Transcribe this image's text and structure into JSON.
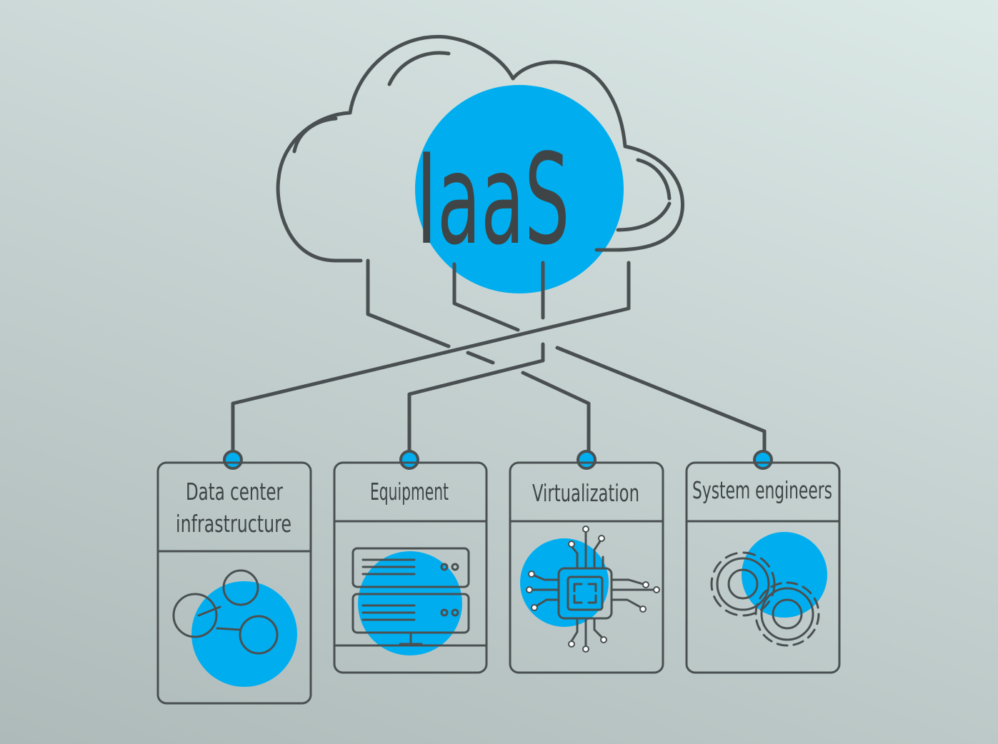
{
  "title": "IaaS",
  "accent_color": "#00aeef",
  "line_color": "#4a5051",
  "cards": [
    {
      "lines": [
        "Data center",
        "infrastructure"
      ],
      "icon": "share-icon"
    },
    {
      "lines": [
        "Equipment"
      ],
      "icon": "server-icon"
    },
    {
      "lines": [
        "Virtualization"
      ],
      "icon": "chip-icon"
    },
    {
      "lines": [
        "System engineers"
      ],
      "icon": "gears-icon"
    }
  ]
}
